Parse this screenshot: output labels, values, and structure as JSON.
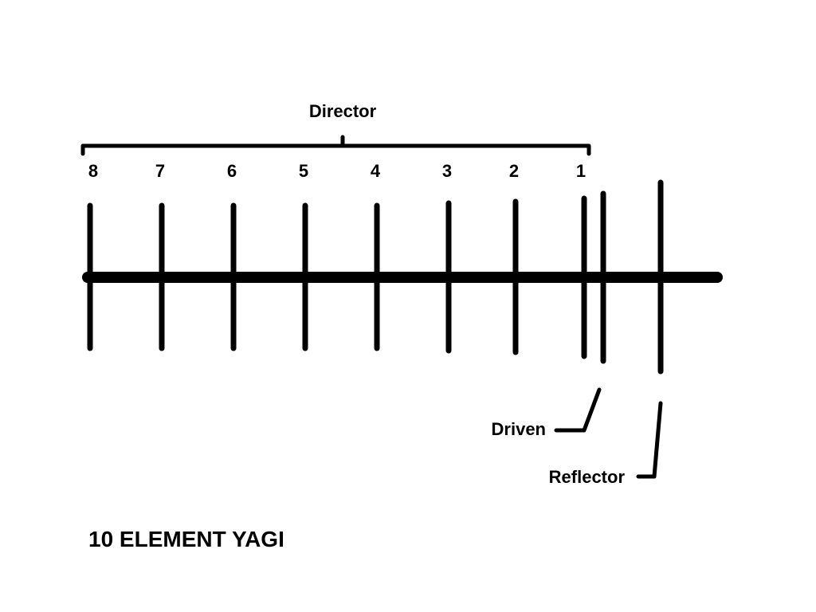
{
  "labels": {
    "director": "Director",
    "driven": "Driven",
    "reflector": "Reflector",
    "title": "10 ELEMENT YAGI"
  },
  "director_numbers": [
    "8",
    "7",
    "6",
    "5",
    "4",
    "3",
    "2",
    "1"
  ],
  "colors": {
    "ink": "#000000",
    "background": "#ffffff"
  }
}
